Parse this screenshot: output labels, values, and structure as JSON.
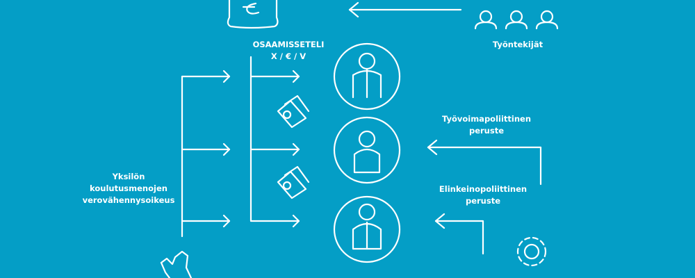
{
  "labels": {
    "voucher_title": "OSAAMISSETELI",
    "voucher_sub": "X / € / V",
    "employees": "Työntekijät",
    "labour_policy": [
      "Työvoimapoliittinen",
      "peruste"
    ],
    "industrial_policy": [
      "Elinkeinopoliittinen",
      "peruste"
    ],
    "individual": [
      "Yksilön",
      "koulutusmenojen",
      "verovähennysoikeus"
    ]
  },
  "colors": {
    "background": "#049ec6",
    "line": "#ffffff"
  }
}
